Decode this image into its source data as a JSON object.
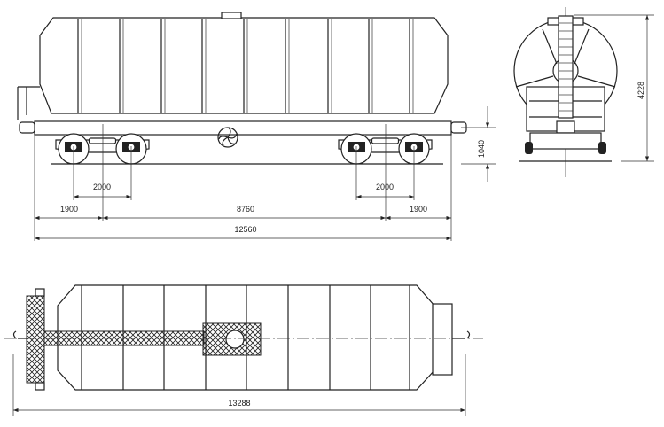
{
  "title": "Hopper car general arrangement drawing",
  "side_view": {
    "bogie_base_left": "2000",
    "bogie_base_right": "2000",
    "overhang_left": "1900",
    "bogie_centers": "8760",
    "overhang_right": "1900",
    "length_over_frame": "12560",
    "coupler_height": "1040"
  },
  "end_view": {
    "height": "4228"
  },
  "top_view": {
    "length_over_couplers": "13288"
  }
}
